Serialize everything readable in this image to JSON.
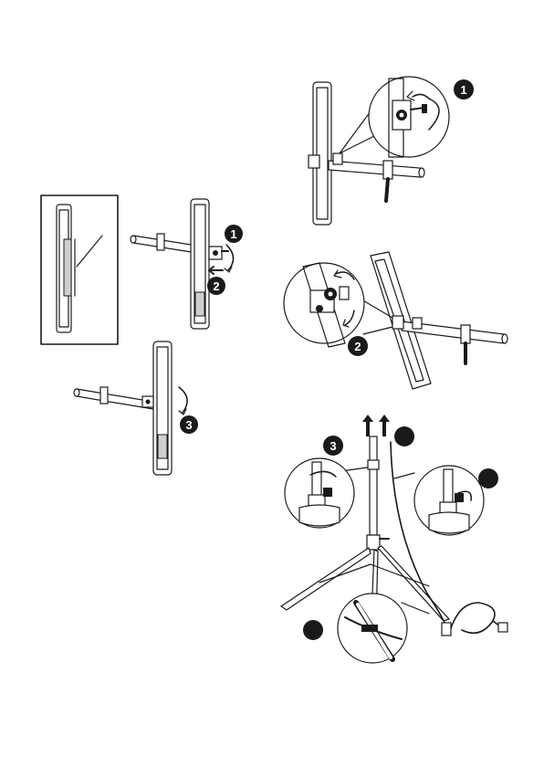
{
  "colors": {
    "ink": "#1a1a1a",
    "paper": "#ffffff"
  },
  "steps": {
    "s1": "1",
    "s2": "2",
    "s3": "3"
  },
  "panels": [
    {
      "id": "mount-to-bar"
    },
    {
      "id": "rotate-angle"
    },
    {
      "id": "tripod-setup"
    }
  ]
}
